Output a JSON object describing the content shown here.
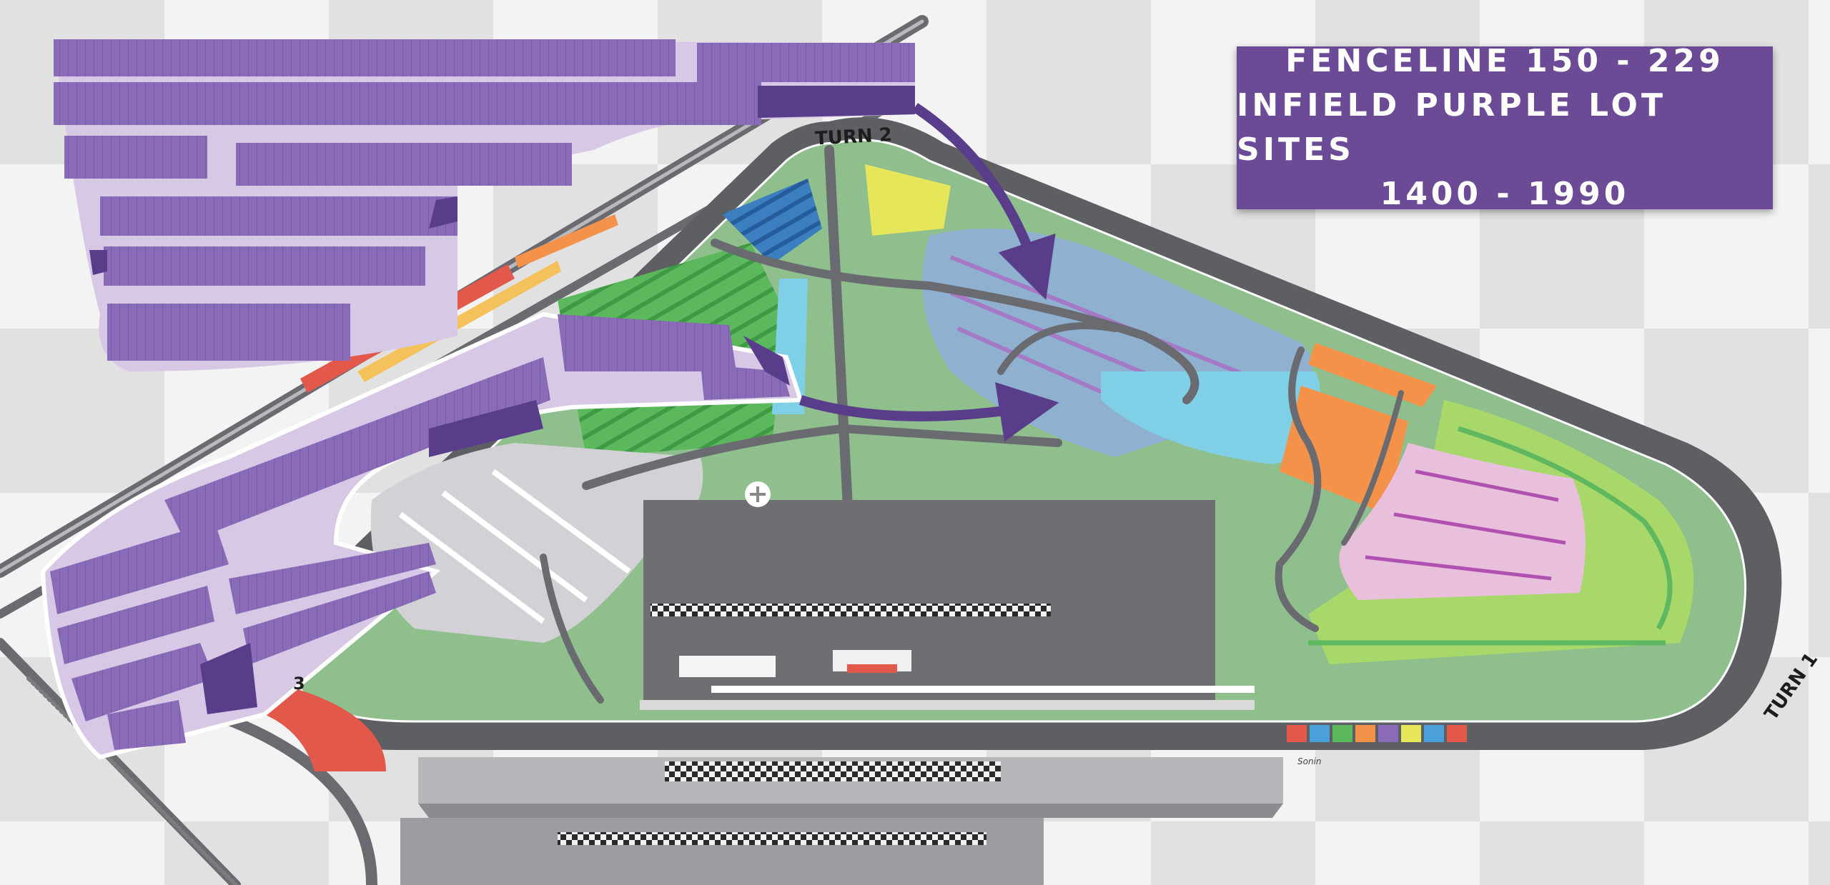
{
  "title": {
    "line1": "FENCELINE 150 - 229",
    "line2": "INFIELD PURPLE LOT SITES",
    "line3": "1400 - 1990"
  },
  "turns": {
    "turn1": "TURN 1",
    "turn2": "TURN 2",
    "turn3": "3"
  },
  "signature": "Sonin",
  "colors": {
    "background": "#ececec",
    "checker": "#dedede",
    "track": "#5e5f63",
    "infield_grass": "#8fbf8c",
    "purple_lot": "#8a6bb8",
    "purple_lot_light": "#d7c9e6",
    "purple_accent": "#5a3d8a",
    "title_box": "#6b4a96",
    "blue_lot": "#8fb0cf",
    "cyan_lot": "#7fd0e6",
    "green_lot": "#5cb85c",
    "lime_lot": "#a8d86a",
    "yellow_lot": "#e6e65a",
    "orange_lot": "#f5924a",
    "pink_lot": "#e8c0dc",
    "red_lot": "#e2584a",
    "grey_lot": "#d2d2d6"
  }
}
